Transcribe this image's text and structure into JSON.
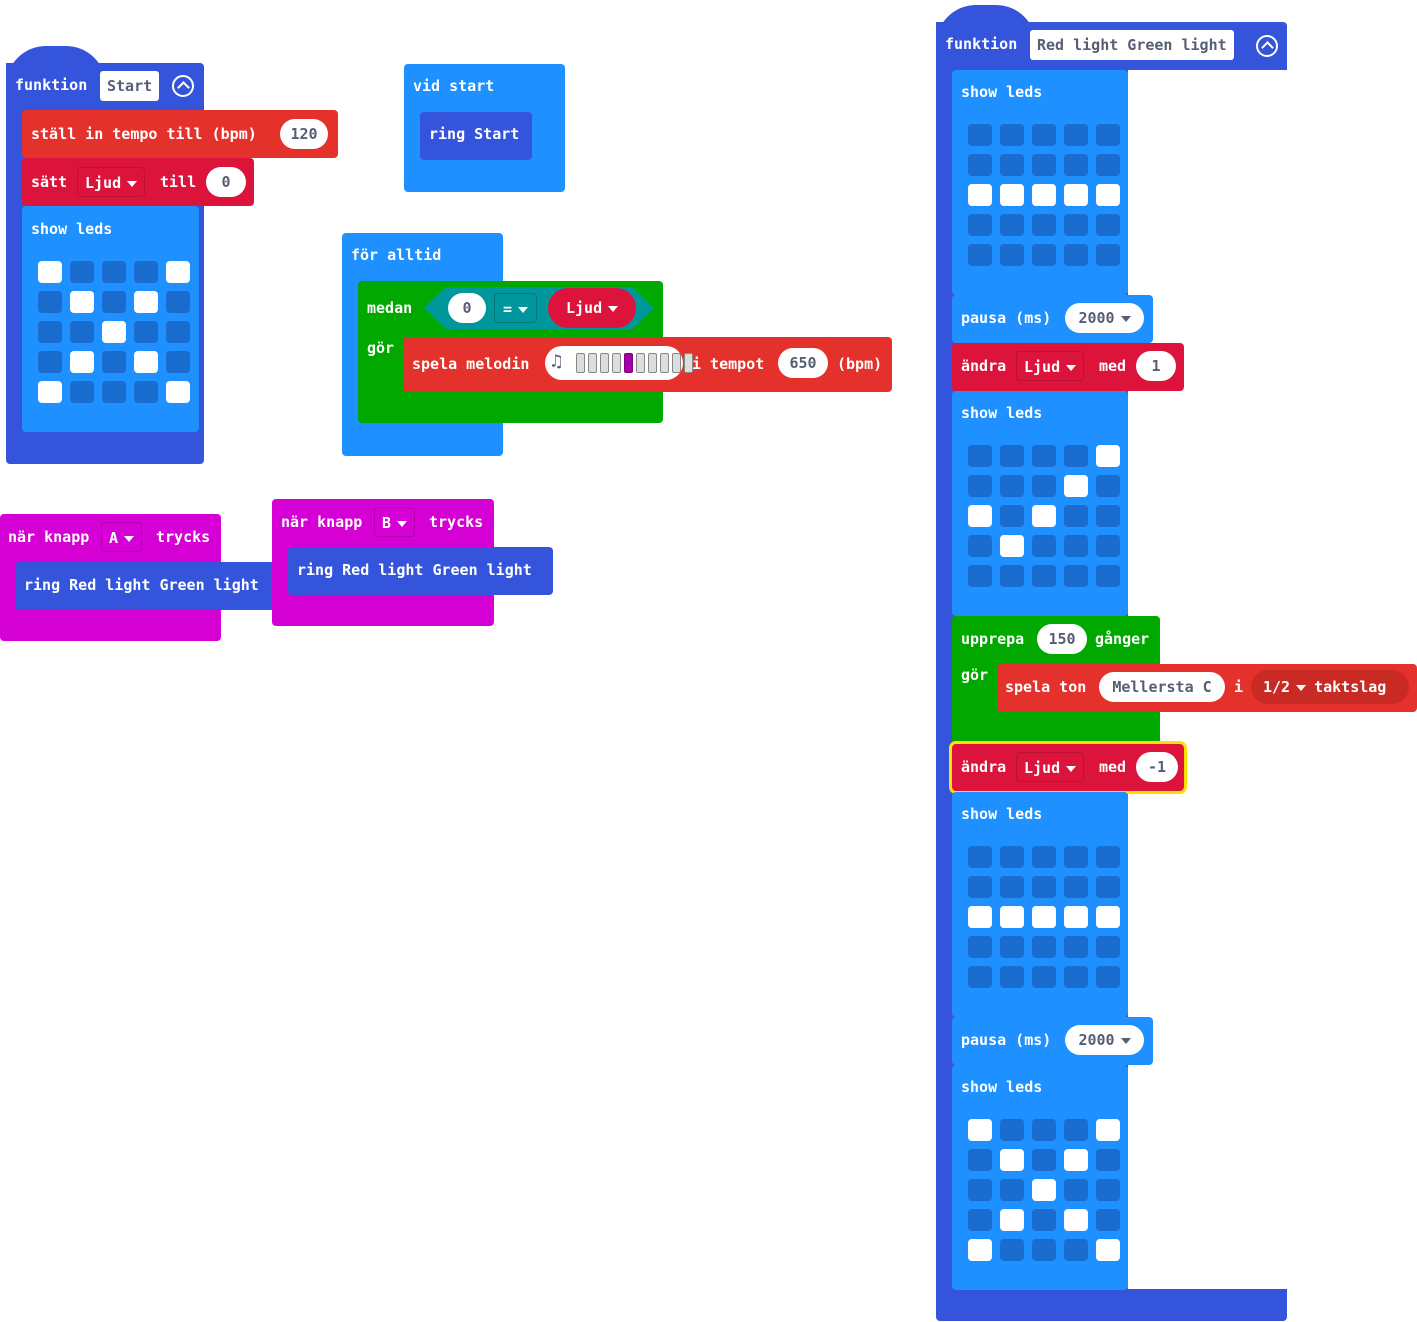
{
  "start_func": {
    "keyword": "funktion",
    "name": "Start",
    "tempo_label": "ställ in tempo till (bpm)",
    "tempo_value": "120",
    "set_label": "sätt",
    "set_var": "Ljud",
    "set_to": "till",
    "set_value": "0",
    "show_leds": "show leds",
    "leds": [
      1,
      0,
      0,
      0,
      1,
      0,
      1,
      0,
      1,
      0,
      0,
      0,
      1,
      0,
      0,
      0,
      1,
      0,
      1,
      0,
      1,
      0,
      0,
      0,
      1
    ]
  },
  "on_start": {
    "label": "vid start",
    "call_keyword": "ring",
    "call_name": "Start"
  },
  "forever": {
    "label": "för alltid",
    "while_label": "medan",
    "do_label": "gör",
    "compare_left": "0",
    "compare_op": "=",
    "compare_var": "Ljud",
    "melody_label": "spela melodin",
    "melody_cells": [
      0,
      0,
      0,
      0,
      1,
      0,
      0,
      0,
      0,
      0
    ],
    "tempo_label": "i tempot",
    "tempo_value": "650",
    "tempo_unit": "(bpm)"
  },
  "button_a": {
    "when": "när knapp",
    "button": "A",
    "pressed": "trycks",
    "call_keyword": "ring",
    "call_name": "Red light Green light"
  },
  "button_b": {
    "when": "när knapp",
    "button": "B",
    "pressed": "trycks",
    "call_keyword": "ring",
    "call_name": "Red light Green light"
  },
  "rlgl_func": {
    "keyword": "funktion",
    "name": "Red light Green light",
    "show_leds": "show leds",
    "leds1": [
      0,
      0,
      0,
      0,
      0,
      0,
      0,
      0,
      0,
      0,
      1,
      1,
      1,
      1,
      1,
      0,
      0,
      0,
      0,
      0,
      0,
      0,
      0,
      0,
      0
    ],
    "pause_label": "pausa (ms)",
    "pause_value": "2000",
    "change_label": "ändra",
    "change_var": "Ljud",
    "change_by": "med",
    "change_value1": "1",
    "leds2": [
      0,
      0,
      0,
      0,
      1,
      0,
      0,
      0,
      1,
      0,
      1,
      0,
      1,
      0,
      0,
      0,
      1,
      0,
      0,
      0,
      0,
      0,
      0,
      0,
      0
    ],
    "repeat_label": "upprepa",
    "repeat_value": "150",
    "repeat_unit": "gånger",
    "do_label": "gör",
    "tone_label": "spela ton",
    "tone_value": "Mellersta C",
    "tone_in": "i",
    "beat_value": "1/2",
    "beat_unit": "taktslag",
    "change_value2": "-1",
    "leds3": [
      0,
      0,
      0,
      0,
      0,
      0,
      0,
      0,
      0,
      0,
      1,
      1,
      1,
      1,
      1,
      0,
      0,
      0,
      0,
      0,
      0,
      0,
      0,
      0,
      0
    ],
    "pause_value2": "2000",
    "leds4": [
      1,
      0,
      0,
      0,
      1,
      0,
      1,
      0,
      1,
      0,
      0,
      0,
      1,
      0,
      0,
      0,
      1,
      0,
      1,
      0,
      1,
      0,
      0,
      0,
      1
    ]
  },
  "colors": {
    "functions": "#3455db",
    "basic": "#1e90ff",
    "music": "#e4312b",
    "variables": "#dc143c",
    "loops": "#00a800",
    "input": "#d400d4",
    "highlight": "#ffe100"
  }
}
